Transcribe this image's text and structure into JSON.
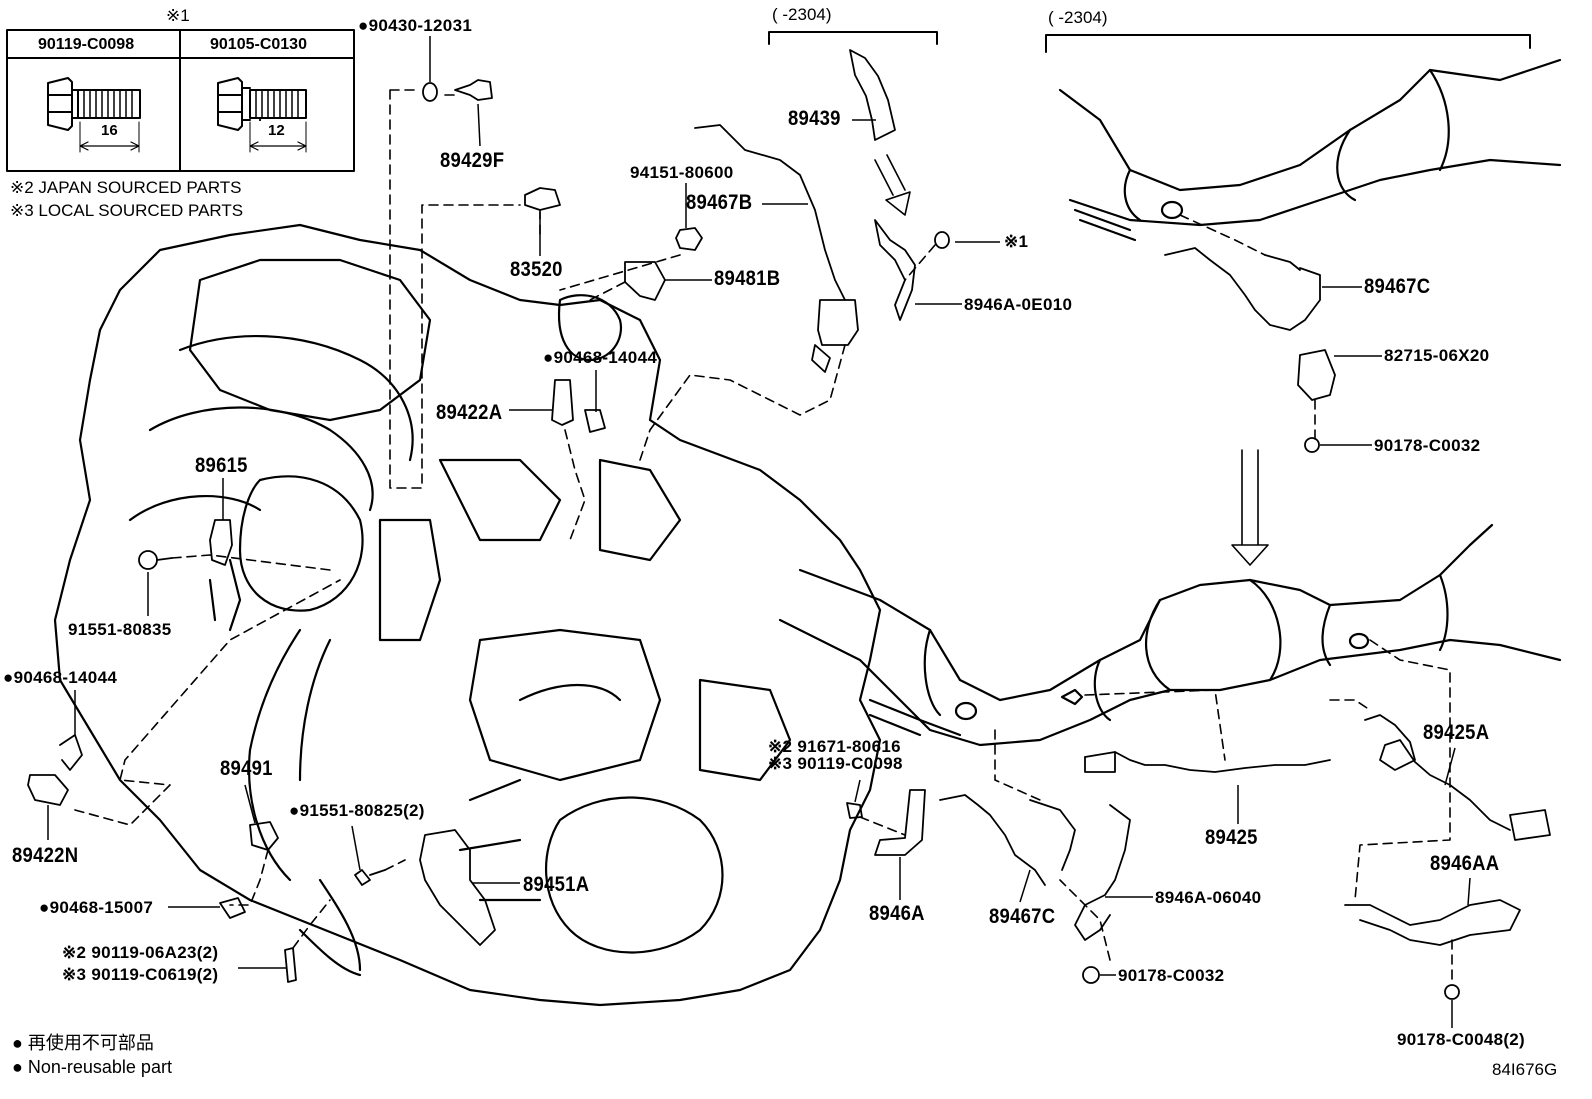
{
  "table": {
    "mark": "※1",
    "col1": "90119-C0098",
    "col2": "90105-C0130",
    "dim1": "16",
    "dim2": "12"
  },
  "notes": {
    "japan": "※2 JAPAN SOURCED PARTS",
    "local": "※3 LOCAL SOURCED PARTS"
  },
  "ranges": {
    "left": "(      -2304)",
    "right": "(      -2304)"
  },
  "parts": {
    "p90430": "●90430-12031",
    "p89429F": "89429F",
    "p83520": "83520",
    "p94151": "94151-80600",
    "p89467B": "89467B",
    "p89481B": "89481B",
    "p89439": "89439",
    "mark1": "※1",
    "p8946A0E": "8946A-0E010",
    "p90468a": "●90468-14044",
    "p89422A": "89422A",
    "p89615": "89615",
    "p91551_80835": "91551-80835",
    "p90468b": "●90468-14044",
    "p89422N": "89422N",
    "p89491": "89491",
    "p90468_15007": "●90468-15007",
    "p90119_06A23": "※2 90119-06A23(2)",
    "p90119_C0619": "※3 90119-C0619(2)",
    "p91551_80825": "●91551-80825(2)",
    "p89451A": "89451A",
    "p91671": "※2 91671-80616",
    "p90119_C0098": "※3 90119-C0098",
    "p8946A": "8946A",
    "p89467C_low": "89467C",
    "p8946A06040": "8946A-06040",
    "p90178_C0032_low": "90178-C0032",
    "p89425": "89425",
    "p89425A": "89425A",
    "p8946AA": "8946AA",
    "p90178_C0048": "90178-C0048(2)",
    "p89467C_top": "89467C",
    "p82715": "82715-06X20",
    "p90178_C0032_top": "90178-C0032"
  },
  "legend": {
    "jp": "● 再使用不可部品",
    "en": "● Non-reusable part"
  },
  "figure_code": "84I676G"
}
